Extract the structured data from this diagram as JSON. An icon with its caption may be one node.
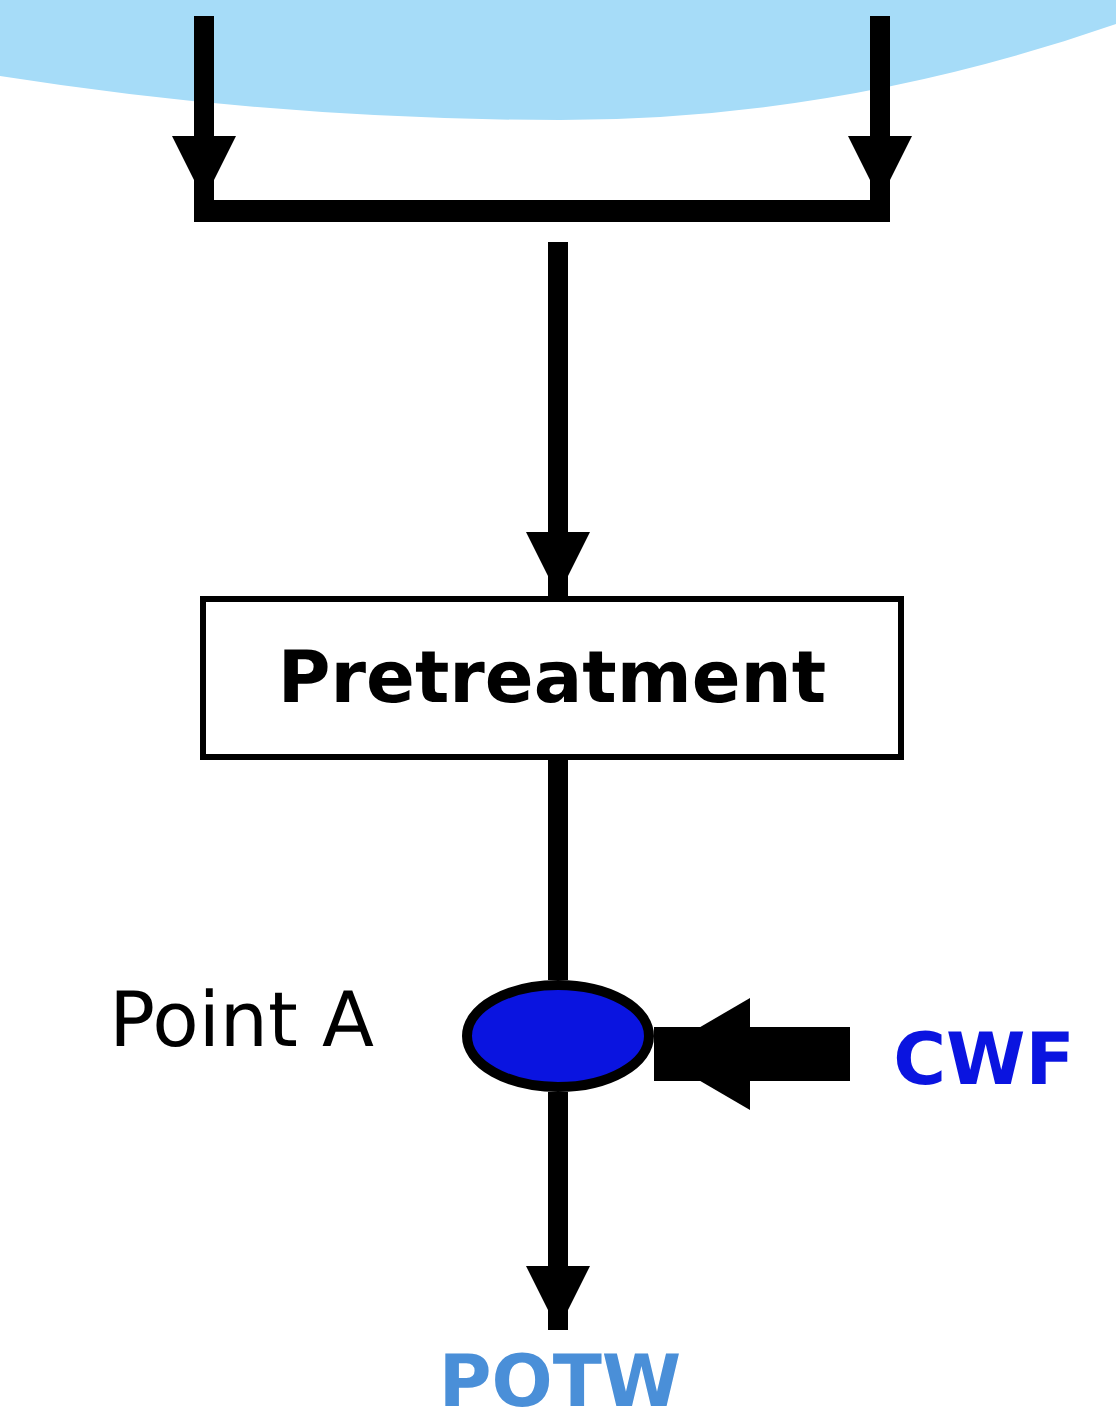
{
  "diagram": {
    "nodes": [
      {
        "text": [],
        "shape": "bar"
      },
      {
        "text": [
          "Pretreatment"
        ]
      },
      {
        "text": [],
        "shape": "ellipse",
        "beside": [
          "Point A"
        ]
      },
      {
        "text": [
          "CWF"
        ]
      },
      {
        "text": [
          "POTW"
        ]
      }
    ],
    "edges": [
      {
        "from": null,
        "to": 0,
        "arrow": "to"
      },
      {
        "from": null,
        "to": 0,
        "arrow": "to"
      },
      {
        "from": 0,
        "to": 1,
        "arrow": "to"
      },
      {
        "from": 1,
        "to": 2,
        "arrow": "none"
      },
      {
        "from": 2,
        "to": 4,
        "arrow": "to"
      },
      {
        "from": 3,
        "to": 2,
        "arrow": "to",
        "style": "thick"
      }
    ]
  }
}
